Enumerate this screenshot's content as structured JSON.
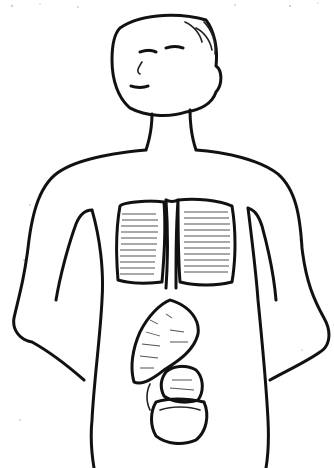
{
  "figure": {
    "subject": "child-drawing-human-body",
    "parts": [
      "head",
      "face",
      "neck",
      "shoulders",
      "arms",
      "torso",
      "lungs",
      "trachea",
      "liver",
      "stomach",
      "intestine"
    ],
    "colors": {
      "ink": "#111111",
      "paper": "#ffffff",
      "shading": "#333333"
    }
  }
}
